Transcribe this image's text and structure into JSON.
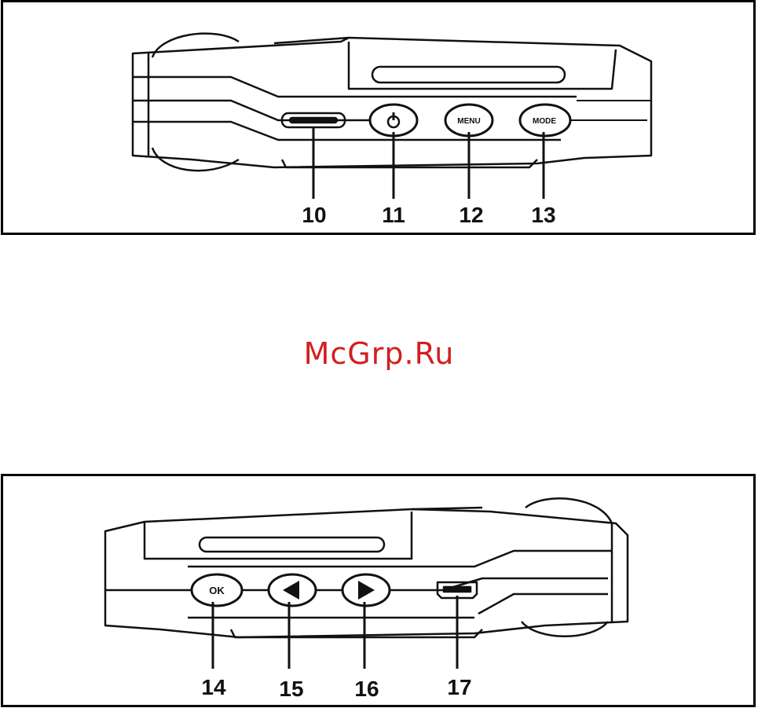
{
  "watermark": "McGrp.Ru",
  "top_view": {
    "callouts": [
      "10",
      "11",
      "12",
      "13"
    ],
    "buttons": {
      "menu": "MENU",
      "mode": "MODE"
    }
  },
  "bottom_view": {
    "callouts": [
      "14",
      "15",
      "16",
      "17"
    ],
    "buttons": {
      "ok": "OK"
    }
  },
  "colors": {
    "line": "#111111",
    "watermark": "#d11f1f"
  }
}
